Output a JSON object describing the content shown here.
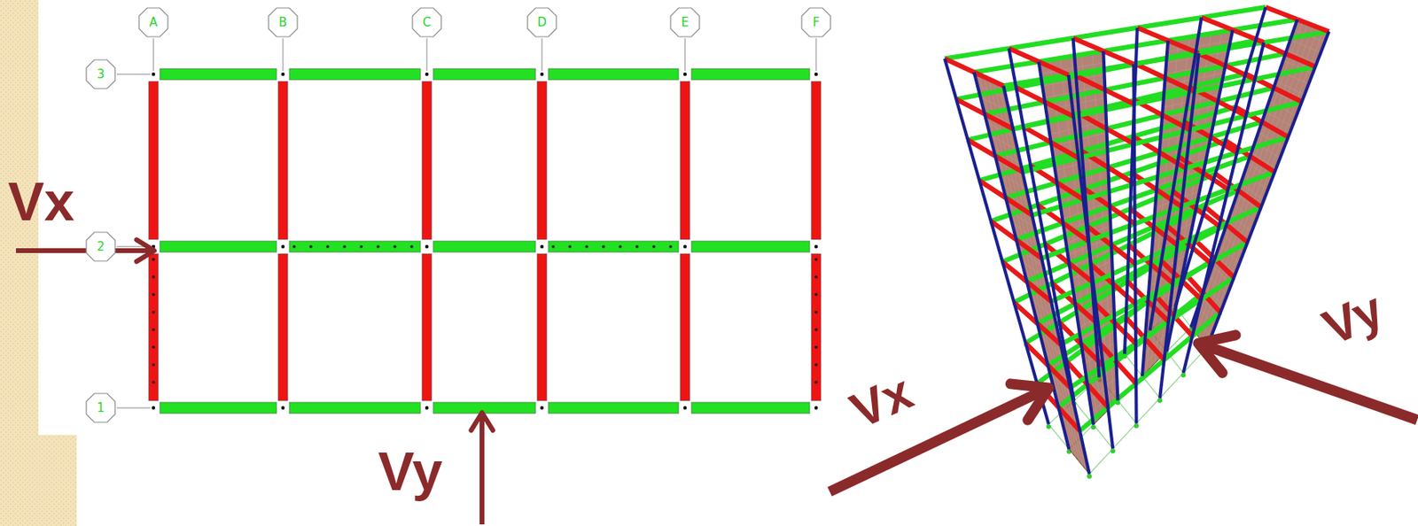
{
  "diagram": {
    "nodes": [
      {
        "text": [
          "A"
        ]
      },
      {
        "text": [
          "B"
        ]
      },
      {
        "text": [
          "C"
        ]
      },
      {
        "text": [
          "D"
        ]
      },
      {
        "text": [
          "E"
        ]
      },
      {
        "text": [
          "F"
        ]
      },
      {
        "text": [
          "3"
        ]
      },
      {
        "text": [
          "2"
        ]
      },
      {
        "text": [
          "1"
        ]
      }
    ],
    "labels": [
      "Vx",
      "Vy",
      "Vx",
      "Vy"
    ]
  }
}
